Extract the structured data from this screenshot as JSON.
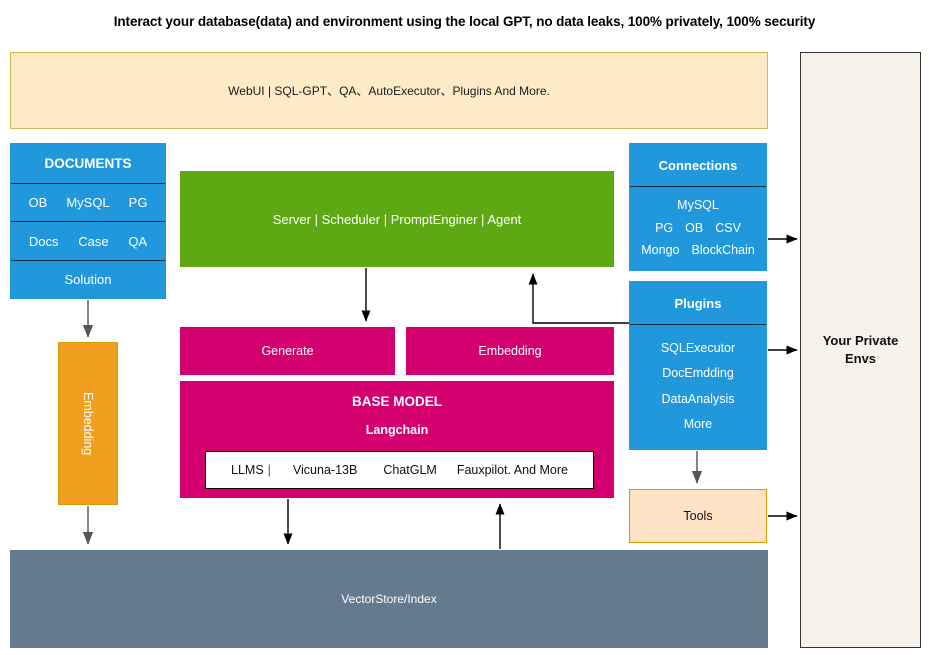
{
  "title": "Interact your database(data) and environment using the local GPT, no data leaks, 100% privately, 100% security",
  "webui": {
    "label": "WebUI | SQL-GPT、QA、AutoExecutor、Plugins And More."
  },
  "private_envs": {
    "line1": "Your Private",
    "line2": "Envs"
  },
  "documents": {
    "header": "DOCUMENTS",
    "row1": [
      "OB",
      "MySQL",
      "PG"
    ],
    "row2": [
      "Docs",
      "Case",
      "QA"
    ],
    "row3": "Solution"
  },
  "server": {
    "label": "Server | Scheduler  |  PromptEnginer   |   Agent"
  },
  "connections": {
    "header": "Connections",
    "line1": "MySQL",
    "line2": [
      "PG",
      "OB",
      "CSV"
    ],
    "line3": [
      "Mongo",
      "BlockChain"
    ]
  },
  "plugins": {
    "header": "Plugins",
    "items": [
      "SQLExecutor",
      "DocEmdding",
      "DataAnalysis",
      "More"
    ]
  },
  "embedding_vertical": {
    "label": "Embedding"
  },
  "generate": {
    "label": "Generate"
  },
  "embedding_box": {
    "label": "Embedding"
  },
  "base_model": {
    "title": "BASE MODEL",
    "subtitle": "Langchain",
    "llms_label": "LLMS",
    "llms_items": [
      "Vicuna-13B",
      "ChatGLM",
      "Fauxpilot. And More"
    ]
  },
  "tools": {
    "label": "Tools"
  },
  "vectorstore": {
    "label": "VectorStore/Index"
  },
  "colors": {
    "banner_fill": "#fdebc8",
    "banner_border": "#d6b656",
    "blue": "#2298dc",
    "green": "#5ea814",
    "magenta": "#d4006f",
    "orange": "#f0a01e",
    "orange_border": "#d79b00",
    "tools_fill": "#fde2c6",
    "slate": "#647a8f",
    "panel_fill": "#f6f2e9",
    "panel_border": "#333333",
    "arrow_black": "#000000",
    "arrow_gray": "#666666"
  }
}
